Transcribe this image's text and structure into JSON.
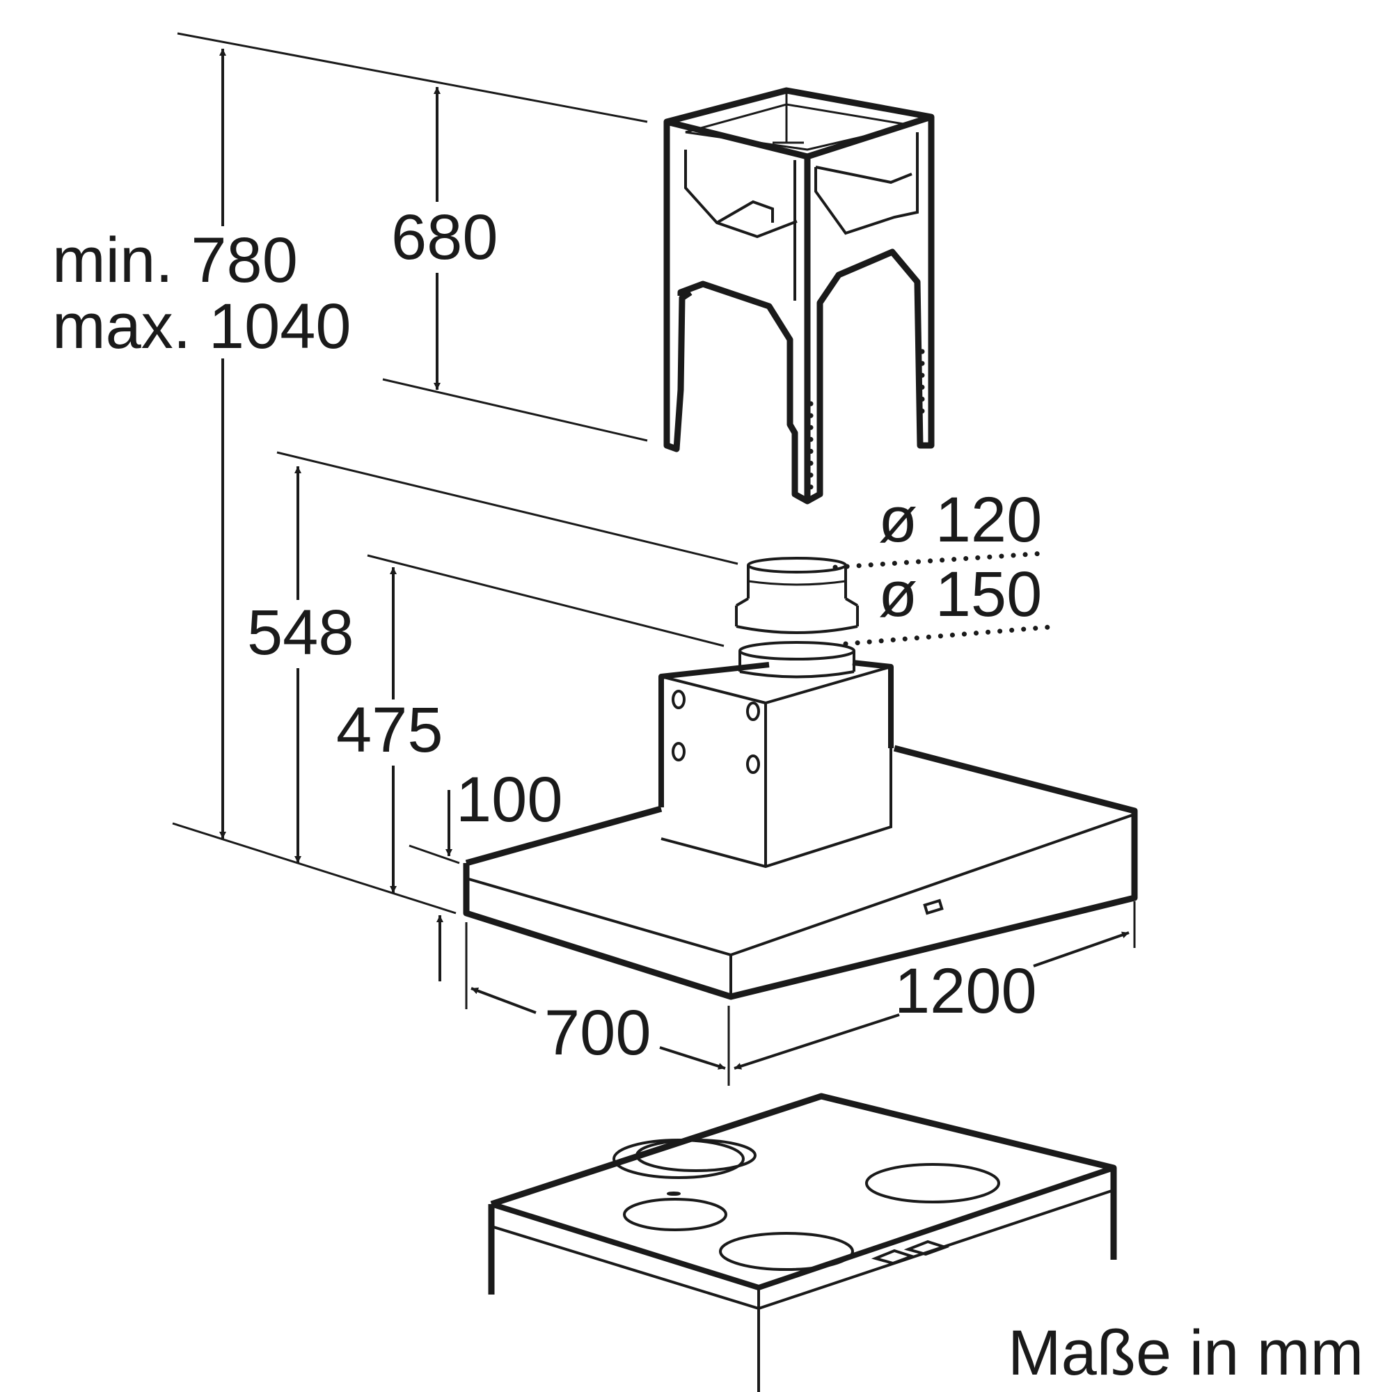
{
  "dimensions": {
    "ceiling_min": "min. 780",
    "ceiling_max": "max. 1040",
    "frame_height": "680",
    "chimney_height": "548",
    "motor_box_height": "475",
    "canopy_thickness": "100",
    "depth": "700",
    "width": "1200",
    "outlet_small": "ø 120",
    "outlet_large": "ø 150"
  },
  "caption": "Maße in mm",
  "colors": {
    "line": "#1a1a1a",
    "background": "#ffffff"
  }
}
